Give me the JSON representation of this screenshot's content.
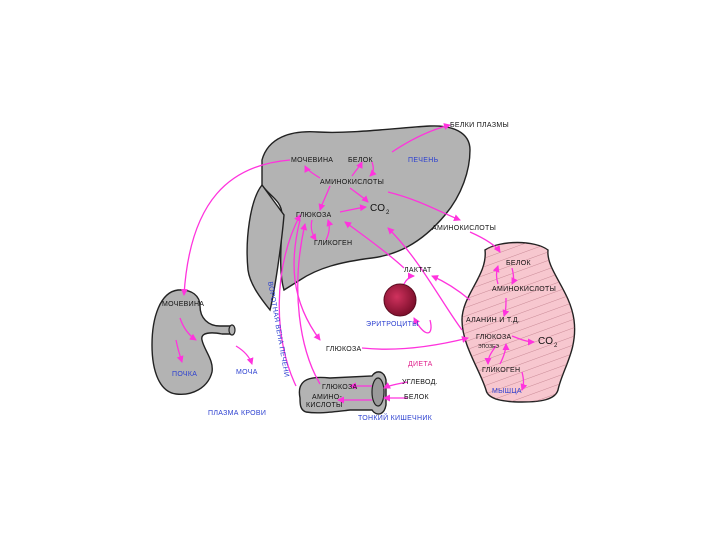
{
  "labels": {
    "plasma_proteins": "БЕЛКИ ПЛАЗМЫ",
    "urea": "МОЧЕВИНА",
    "liver_protein": "БЕЛОК",
    "liver": "ПЕЧЕНЬ",
    "liver_aminoacids": "АМИНОКИСЛОТЫ",
    "co2": "CO",
    "co2_sub": "2",
    "liver_glucose": "ГЛЮКОЗА",
    "liver_glycogen": "ГЛИКОГЕН",
    "aminoacids_right": "АМИНОКИСЛОТЫ",
    "lactate": "ЛАКТАТ",
    "erythrocytes": "ЭРИТРОЦИТЫ",
    "glucose_mid": "ГЛЮКОЗА",
    "diet": "ДИЕТА",
    "carbohydrates": "УГЛЕВОД.",
    "gut_protein": "БЕЛОК",
    "gut_glucose": "ГЛЮКОЗА",
    "gut_aminoacids_1": "АМИНО-",
    "gut_aminoacids_2": "КИСЛОТЫ",
    "small_intestine": "ТОНКИЙ КИШЕЧНИК",
    "portal_vein": "ВОРОТНАЯ ВЕНА ПЕЧЕНИ",
    "kidney_urea": "МОЧЕВИНА",
    "kidney": "ПОЧКА",
    "urine": "МОЧА",
    "blood_plasma": "ПЛАЗМА КРОВИ",
    "muscle_protein": "БЕЛОК",
    "muscle_aminoacids": "АМИНОКИСЛОТЫ",
    "alanine": "АЛАНИН И Т.Д.",
    "muscle_glucose": "ГЛЮКОЗА",
    "muscle_glucose_sub": "ЭПОЗЕЭ",
    "muscle_co2": "CO",
    "muscle_co2_sub": "2",
    "muscle_glycogen": "ГЛИКОГЕН",
    "muscle": "МЫШЦА"
  },
  "colors": {
    "organ_fill": "#b3b3b3",
    "muscle_fill": "#f7c7cf",
    "arrow": "#ff33dd",
    "erythrocyte": "#a8173e",
    "label_blue": "#2b3fd0",
    "label_magenta": "#e0208c"
  }
}
